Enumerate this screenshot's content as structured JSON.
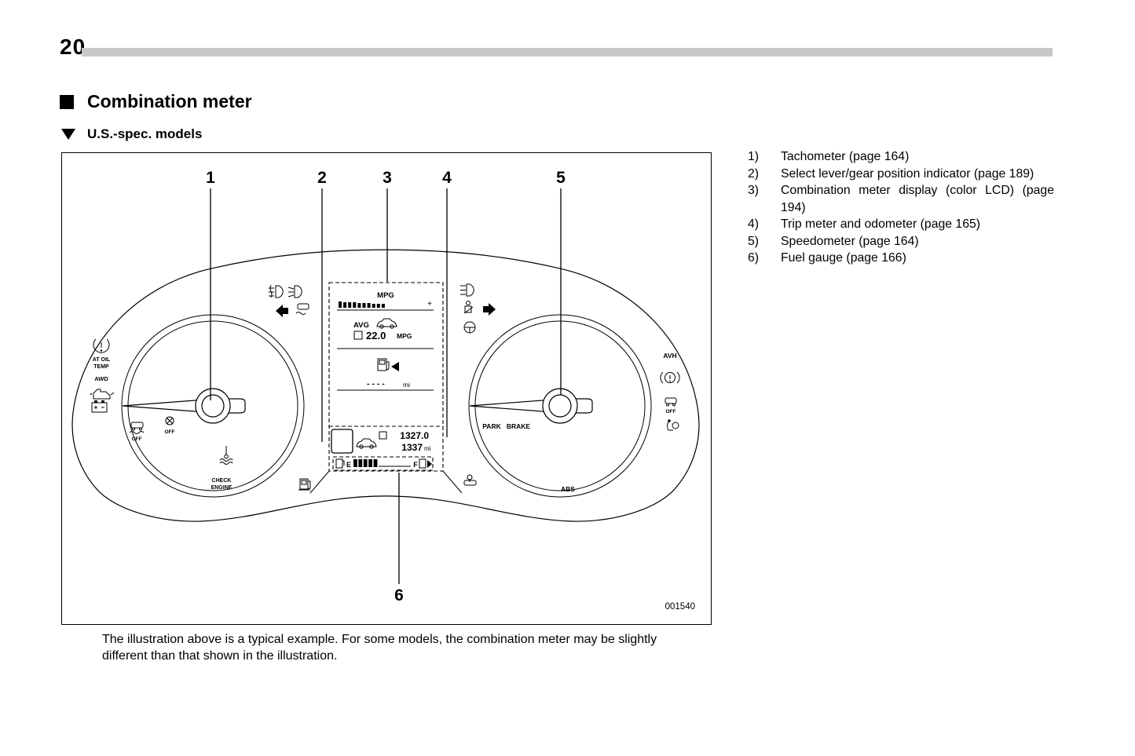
{
  "page": {
    "number": "20"
  },
  "headings": {
    "section": "Combination meter",
    "subsection": "U.S.-spec. models"
  },
  "legend": {
    "items": [
      {
        "num": "1)",
        "text": "Tachometer (page 164)"
      },
      {
        "num": "2)",
        "text": "Select lever/gear position indicator (page 189)"
      },
      {
        "num": "3)",
        "text": "Combination meter display (color LCD) (page 194)"
      },
      {
        "num": "4)",
        "text": "Trip meter and odometer (page 165)"
      },
      {
        "num": "5)",
        "text": "Speedometer (page 164)"
      },
      {
        "num": "6)",
        "text": "Fuel gauge (page 166)"
      }
    ]
  },
  "figure": {
    "code": "001540",
    "callouts": {
      "c1": "1",
      "c2": "2",
      "c3": "3",
      "c4": "4",
      "c5": "5",
      "c6": "6"
    },
    "lcd": {
      "mpg_label": "MPG",
      "plus": "+",
      "avg_label": "AVG",
      "avg_value": "22.0",
      "avg_unit": "MPG",
      "range_value": "- - - -",
      "range_unit": "mi",
      "trip_value": "1327.0",
      "odo_value": "1337",
      "odo_unit": "mi",
      "fuel_empty": "E",
      "fuel_full": "F"
    },
    "labels": {
      "at_oil": "AT OIL",
      "temp": "TEMP",
      "awd": "AWD",
      "off_left": "OFF",
      "off_mid": "OFF",
      "check": "CHECK",
      "engine": "ENGINE",
      "park": "PARK",
      "brake": "BRAKE",
      "abs": "ABS",
      "avh": "AVH",
      "off_right": "OFF"
    },
    "icons": [
      "tpms-icon",
      "oil-pressure-icon",
      "battery-icon",
      "vdc-off-icon",
      "traction-off-icon",
      "coolant-temp-icon",
      "low-fuel-icon",
      "fog-light-icon",
      "headlight-icon",
      "turn-signal-left-icon",
      "traction-control-icon",
      "high-beam-icon",
      "seatbelt-icon",
      "turn-signal-right-icon",
      "steering-warning-icon",
      "security-icon",
      "brake-warning-icon",
      "engine-off-icon",
      "airbag-icon",
      "fuel-pump-icon",
      "avg-car-icon",
      "trip-car-icon",
      "gear-position-box",
      "fuel-gauge-pump-left-icon",
      "fuel-gauge-pump-right-icon"
    ]
  },
  "caption": "The illustration above is a typical example. For some models, the combination meter may be slightly different than that shown in the illustration."
}
